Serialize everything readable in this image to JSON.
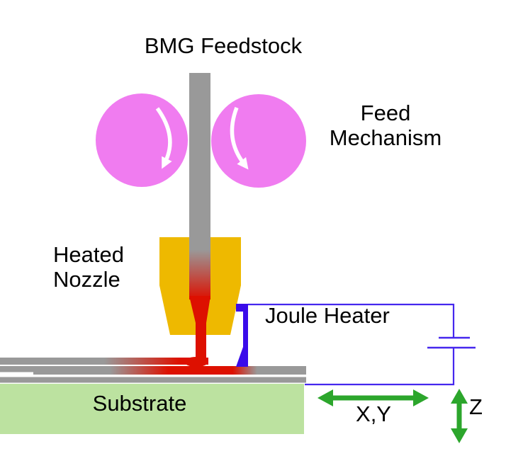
{
  "diagram": {
    "title": "BMG Feedstock",
    "feed_mechanism": {
      "line1": "Feed",
      "line2": "Mechanism"
    },
    "heated_nozzle": {
      "line1": "Heated",
      "line2": "Nozzle"
    },
    "joule_heater": "Joule Heater",
    "substrate": "Substrate",
    "axes": {
      "xy": "X,Y",
      "z": "Z"
    },
    "icons": {
      "left_roller_arrow": "curved-rotation-arrow-clockwise",
      "right_roller_arrow": "curved-rotation-arrow-counterclockwise",
      "battery": "battery-cell-symbol",
      "xy_arrow": "double-headed-horizontal-arrow",
      "z_arrow": "double-headed-vertical-arrow"
    },
    "colors": {
      "background": "#FFFFFF",
      "text": "#000000",
      "roller_pink": "#F07CF0",
      "rod_gray": "#999999",
      "nozzle_gold": "#EEB900",
      "melt_red": "#DD1000",
      "heater_blue": "#3A0BEA",
      "wire_blue": "#4527EE",
      "substrate_green": "#BCE2A0",
      "track_gray": "#999999",
      "arrow_white": "#FFFFFF",
      "axis_green": "#2CA62C"
    }
  }
}
